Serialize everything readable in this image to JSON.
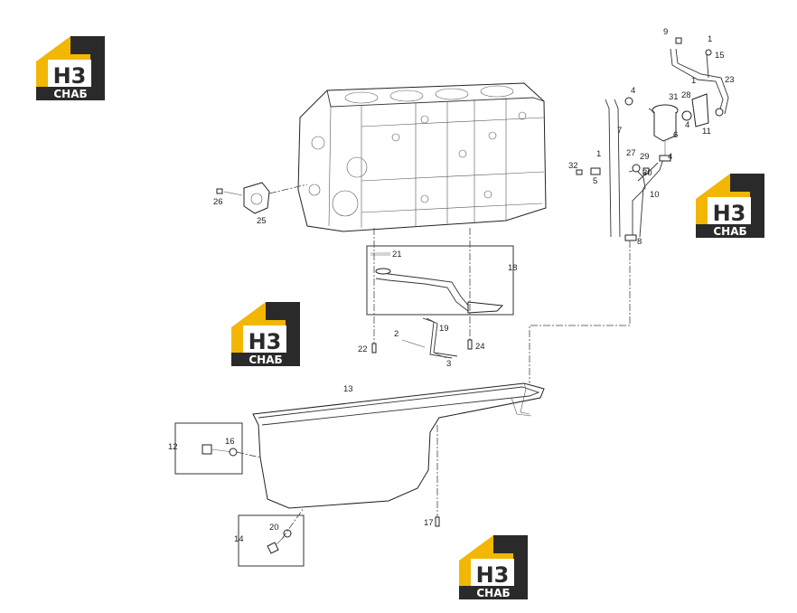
{
  "logo": {
    "mark_text": "H3",
    "word_text": "CHAБ",
    "colors": {
      "yellow": "#f2b705",
      "dark": "#2a2a2a",
      "white": "#ffffff"
    }
  },
  "labels": {
    "p1a": "1",
    "p1b": "1",
    "p1c": "1",
    "p2": "2",
    "p3": "3",
    "p4a": "4",
    "p4b": "4",
    "p4c": "4",
    "p5": "5",
    "p6": "6",
    "p7": "7",
    "p8": "8",
    "p9": "9",
    "p10": "10",
    "p11": "11",
    "p12": "12",
    "p13": "13",
    "p14": "14",
    "p15": "15",
    "p16": "16",
    "p17": "17",
    "p18": "18",
    "p19": "19",
    "p20": "20",
    "p21": "21",
    "p22": "22",
    "p23": "23",
    "p24": "24",
    "p25": "25",
    "p26": "26",
    "p27": "27",
    "p28": "28",
    "p29": "29",
    "p30": "30",
    "p31": "31",
    "p32": "32"
  }
}
